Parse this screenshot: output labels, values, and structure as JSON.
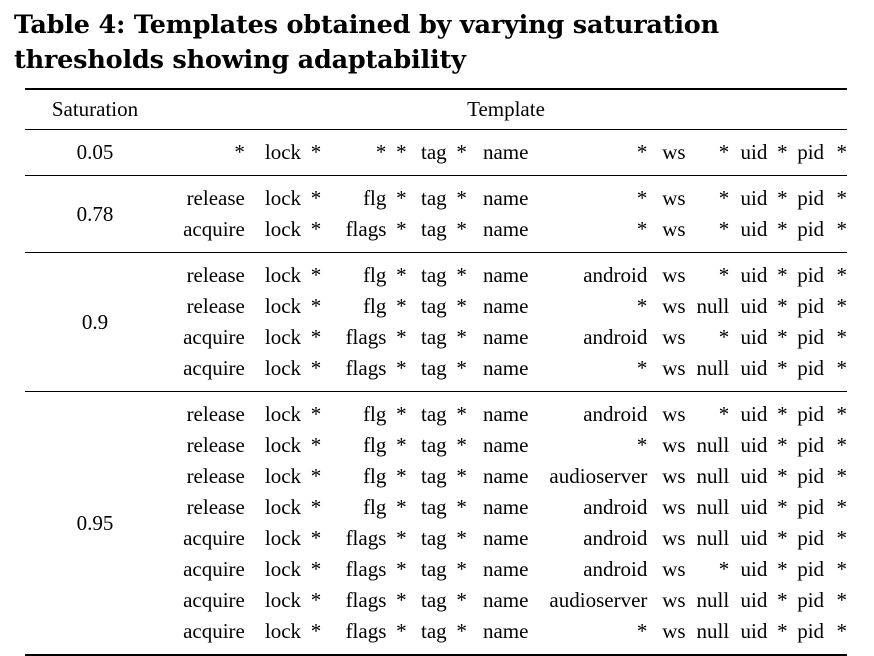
{
  "caption": {
    "text": "Table 4: Templates obtained by varying saturation thresholds showing adaptability"
  },
  "table": {
    "columns": [
      "Saturation",
      "Template"
    ],
    "token_columns": [
      "verb",
      "lock",
      "star1",
      "flags",
      "star2",
      "tag",
      "star3",
      "name",
      "app",
      "ws",
      "null",
      "uid",
      "star4",
      "pid",
      "star5"
    ],
    "groups": [
      {
        "saturation": "0.05",
        "rows": [
          [
            "*",
            "lock",
            "*",
            "*",
            "*",
            "tag",
            "*",
            "name",
            "*",
            "ws",
            "*",
            "uid",
            "*",
            "pid",
            "*"
          ]
        ]
      },
      {
        "saturation": "0.78",
        "rows": [
          [
            "release",
            "lock",
            "*",
            "flg",
            "*",
            "tag",
            "*",
            "name",
            "*",
            "ws",
            "*",
            "uid",
            "*",
            "pid",
            "*"
          ],
          [
            "acquire",
            "lock",
            "*",
            "flags",
            "*",
            "tag",
            "*",
            "name",
            "*",
            "ws",
            "*",
            "uid",
            "*",
            "pid",
            "*"
          ]
        ]
      },
      {
        "saturation": "0.9",
        "rows": [
          [
            "release",
            "lock",
            "*",
            "flg",
            "*",
            "tag",
            "*",
            "name",
            "android",
            "ws",
            "*",
            "uid",
            "*",
            "pid",
            "*"
          ],
          [
            "release",
            "lock",
            "*",
            "flg",
            "*",
            "tag",
            "*",
            "name",
            "*",
            "ws",
            "null",
            "uid",
            "*",
            "pid",
            "*"
          ],
          [
            "acquire",
            "lock",
            "*",
            "flags",
            "*",
            "tag",
            "*",
            "name",
            "android",
            "ws",
            "*",
            "uid",
            "*",
            "pid",
            "*"
          ],
          [
            "acquire",
            "lock",
            "*",
            "flags",
            "*",
            "tag",
            "*",
            "name",
            "*",
            "ws",
            "null",
            "uid",
            "*",
            "pid",
            "*"
          ]
        ]
      },
      {
        "saturation": "0.95",
        "rows": [
          [
            "release",
            "lock",
            "*",
            "flg",
            "*",
            "tag",
            "*",
            "name",
            "android",
            "ws",
            "*",
            "uid",
            "*",
            "pid",
            "*"
          ],
          [
            "release",
            "lock",
            "*",
            "flg",
            "*",
            "tag",
            "*",
            "name",
            "*",
            "ws",
            "null",
            "uid",
            "*",
            "pid",
            "*"
          ],
          [
            "release",
            "lock",
            "*",
            "flg",
            "*",
            "tag",
            "*",
            "name",
            "audioserver",
            "ws",
            "null",
            "uid",
            "*",
            "pid",
            "*"
          ],
          [
            "release",
            "lock",
            "*",
            "flg",
            "*",
            "tag",
            "*",
            "name",
            "android",
            "ws",
            "null",
            "uid",
            "*",
            "pid",
            "*"
          ],
          [
            "acquire",
            "lock",
            "*",
            "flags",
            "*",
            "tag",
            "*",
            "name",
            "android",
            "ws",
            "null",
            "uid",
            "*",
            "pid",
            "*"
          ],
          [
            "acquire",
            "lock",
            "*",
            "flags",
            "*",
            "tag",
            "*",
            "name",
            "android",
            "ws",
            "*",
            "uid",
            "*",
            "pid",
            "*"
          ],
          [
            "acquire",
            "lock",
            "*",
            "flags",
            "*",
            "tag",
            "*",
            "name",
            "audioserver",
            "ws",
            "null",
            "uid",
            "*",
            "pid",
            "*"
          ],
          [
            "acquire",
            "lock",
            "*",
            "flags",
            "*",
            "tag",
            "*",
            "name",
            "*",
            "ws",
            "null",
            "uid",
            "*",
            "pid",
            "*"
          ]
        ]
      }
    ]
  }
}
